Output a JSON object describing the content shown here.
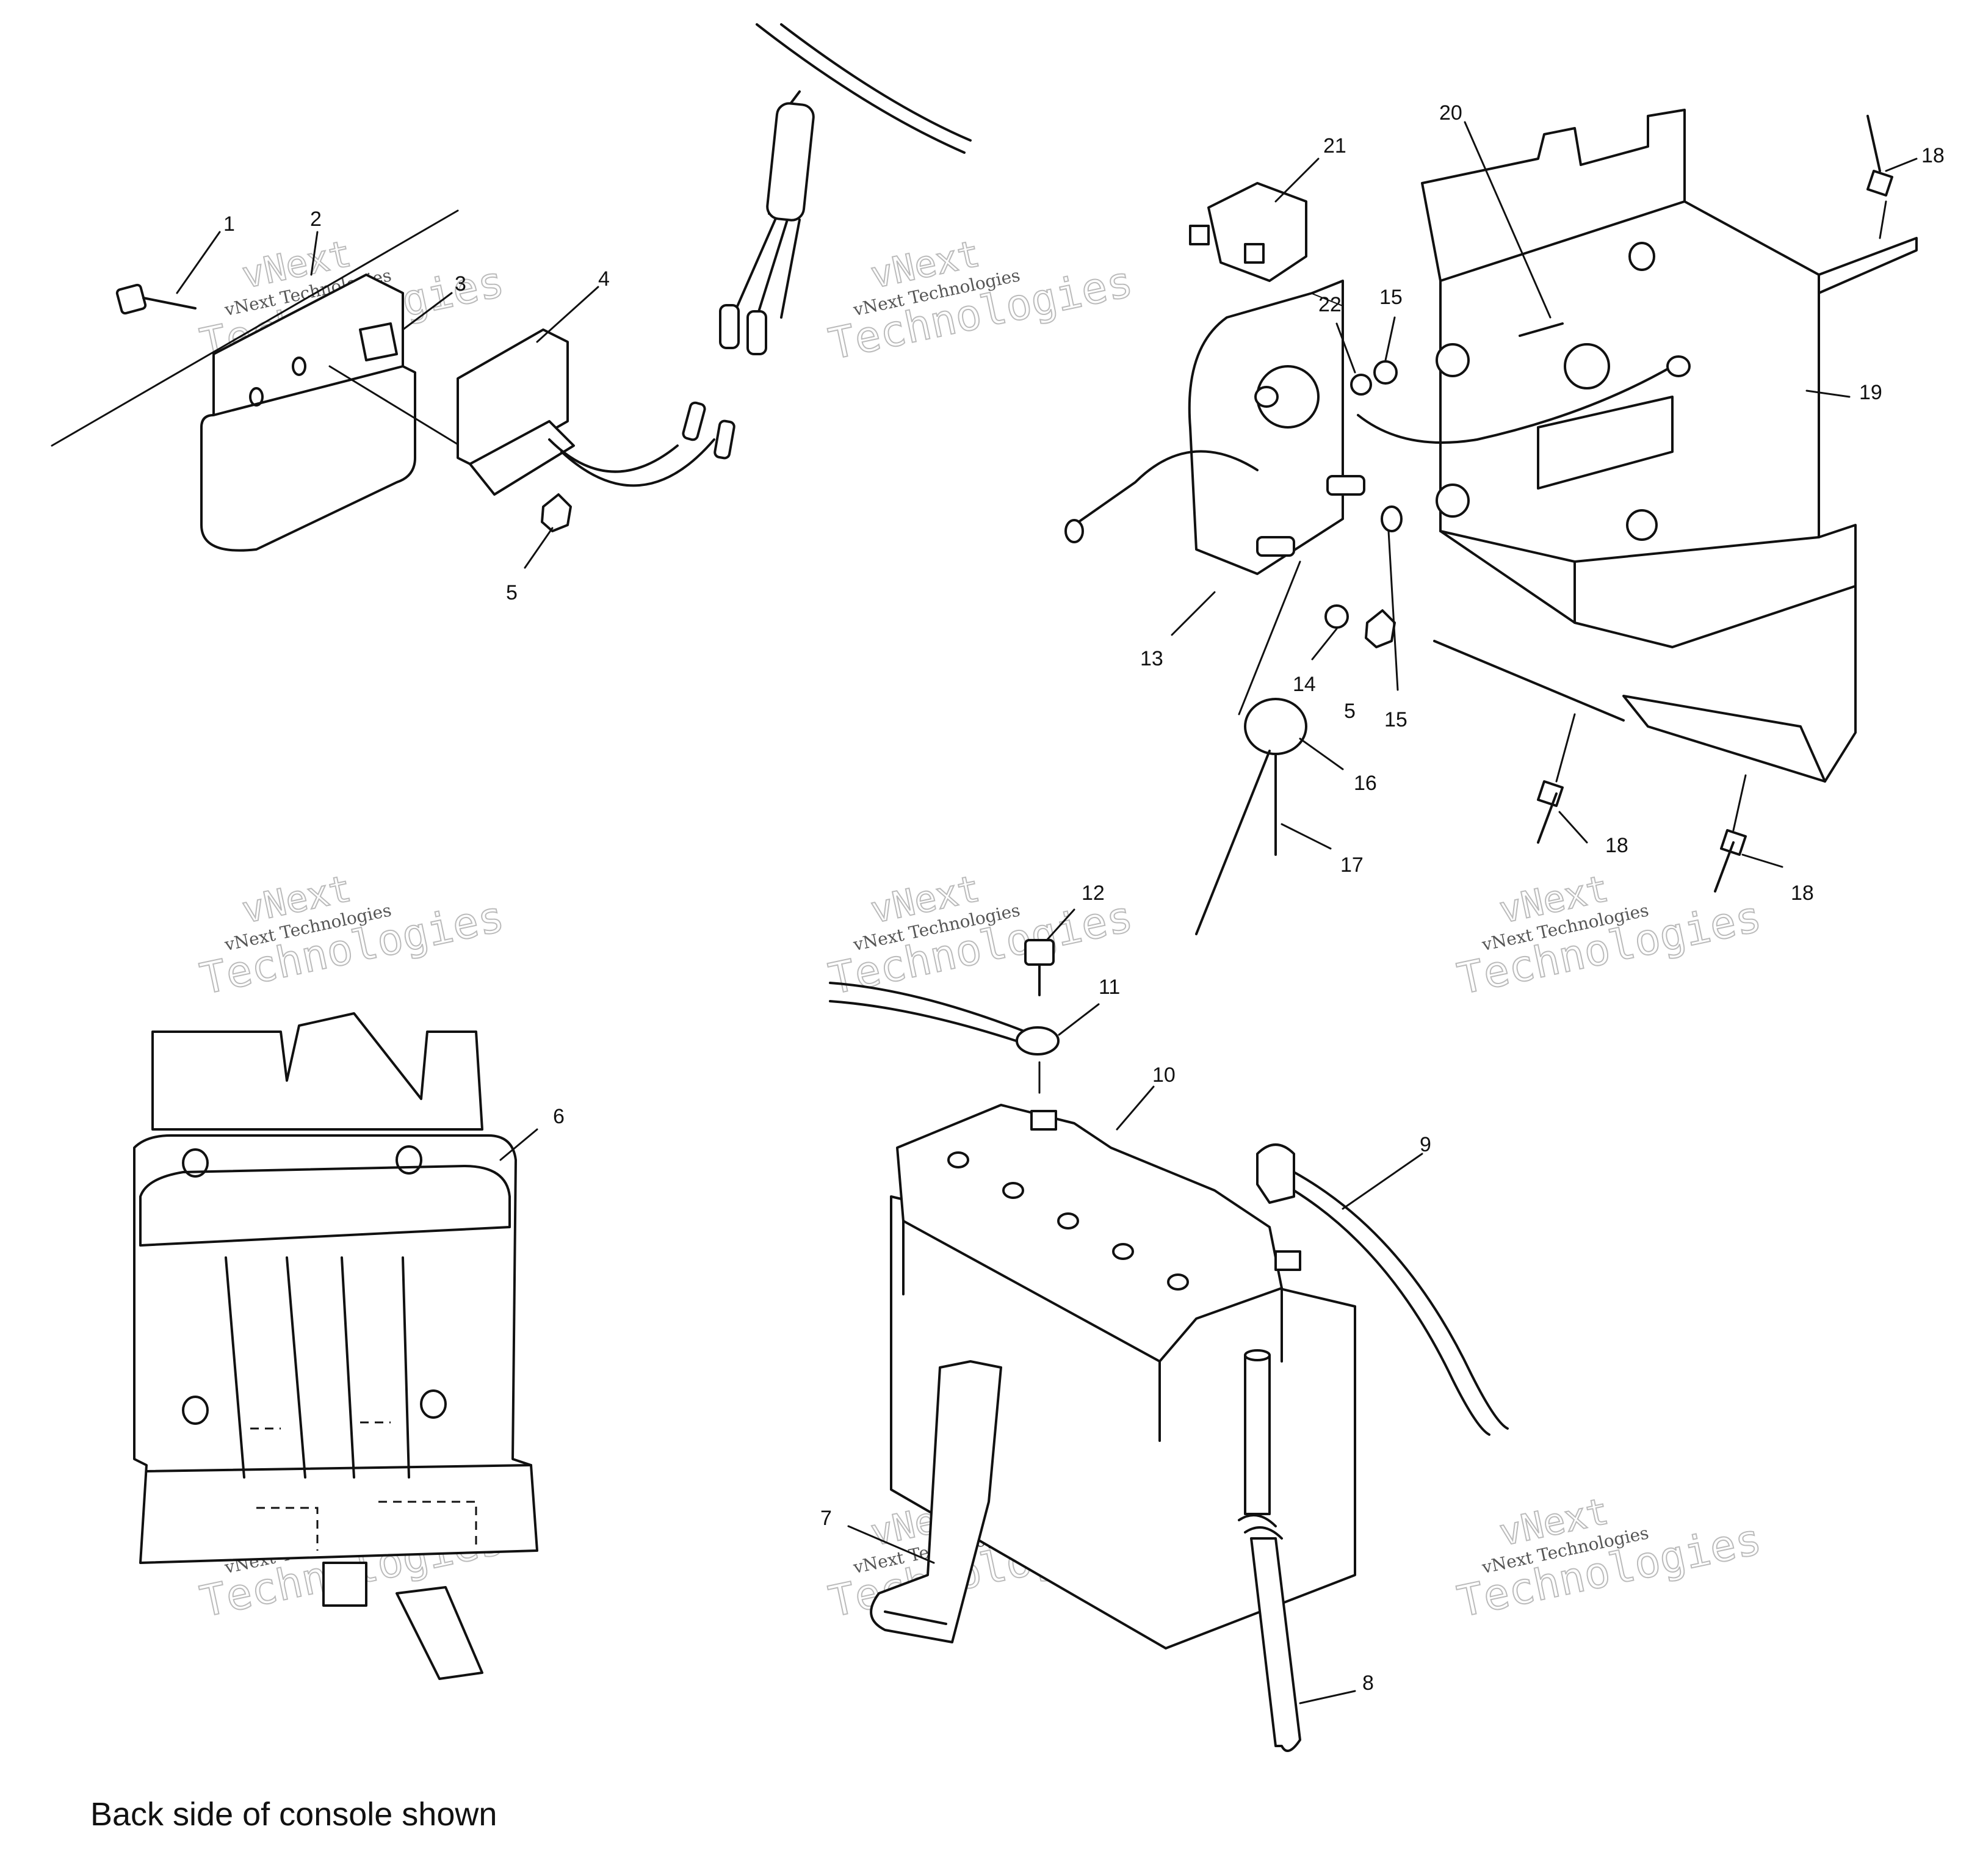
{
  "callouts": [
    {
      "id": "1",
      "text": "1"
    },
    {
      "id": "2",
      "text": "2"
    },
    {
      "id": "3",
      "text": "3"
    },
    {
      "id": "4",
      "text": "4"
    },
    {
      "id": "5a",
      "text": "5"
    },
    {
      "id": "5b",
      "text": "5"
    },
    {
      "id": "6",
      "text": "6"
    },
    {
      "id": "7",
      "text": "7"
    },
    {
      "id": "8",
      "text": "8"
    },
    {
      "id": "9",
      "text": "9"
    },
    {
      "id": "10",
      "text": "10"
    },
    {
      "id": "11",
      "text": "11"
    },
    {
      "id": "12",
      "text": "12"
    },
    {
      "id": "13",
      "text": "13"
    },
    {
      "id": "14",
      "text": "14"
    },
    {
      "id": "15a",
      "text": "15"
    },
    {
      "id": "15b",
      "text": "15"
    },
    {
      "id": "16",
      "text": "16"
    },
    {
      "id": "17",
      "text": "17"
    },
    {
      "id": "18a",
      "text": "18"
    },
    {
      "id": "18b",
      "text": "18"
    },
    {
      "id": "18c",
      "text": "18"
    },
    {
      "id": "19",
      "text": "19"
    },
    {
      "id": "20",
      "text": "20"
    },
    {
      "id": "21",
      "text": "21"
    },
    {
      "id": "22",
      "text": "22"
    }
  ],
  "watermark": {
    "line1": "vNext",
    "line2": "vNext Technologies",
    "line3": "Technologies"
  },
  "caption": "Back side of console shown"
}
